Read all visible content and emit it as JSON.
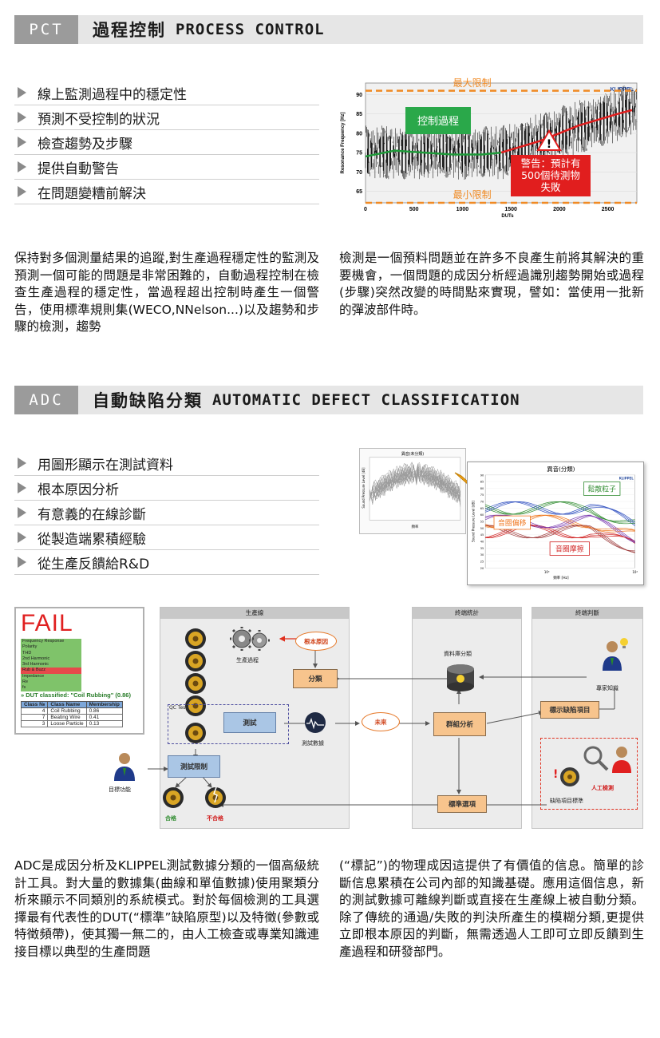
{
  "pct": {
    "code": "PCT",
    "title_zh": "過程控制",
    "title_en": "PROCESS CONTROL",
    "bullets": [
      "線上監測過程中的穩定性",
      "預測不受控制的狀況",
      "檢查趨勢及步驟",
      "提供自動警告",
      "在問題變糟前解決"
    ],
    "para_left": "保持對多個測量結果的追蹤,對生產過程穩定性的監測及預測一個可能的問題是非常困難的，自動過程控制在檢查生產過程的穩定性，當過程超出控制時產生一個警告，使用標準規則集(WECO,NNelson...)以及趨勢和步驟的檢測，趨勢",
    "para_right": "檢測是一個預料問題並在許多不良產生前將其解決的重要機會，一個問題的成因分析經過識別趨勢開始或過程(步驟)突然改變的時間點來實現，譬如：當使用一批新的彈波部件時。"
  },
  "chart_data": [
    {
      "type": "scatter",
      "ylabel": "Resonance Frequency [Hz]",
      "xlabel": "DUTs",
      "brand": "KLIPPEL",
      "x_ticks": [
        0,
        500,
        1000,
        1500,
        2000,
        2500
      ],
      "y_ticks": [
        65,
        70,
        75,
        80,
        85,
        90
      ],
      "xlim": [
        0,
        2800
      ],
      "ylim": [
        62,
        93
      ],
      "upper_limit": 91,
      "lower_limit": 62,
      "upper_limit_label": "最大限制",
      "lower_limit_label": "最小限制",
      "in_control_label": "控制過程",
      "warning_label": "警告：預計有500個待測物失敗",
      "trend_green": {
        "x": [
          0,
          300,
          600,
          900,
          1200,
          1400
        ],
        "y": [
          74,
          75.5,
          75,
          74.5,
          74.5,
          75
        ]
      },
      "trend_red": {
        "x": [
          1400,
          1600,
          1800,
          2000,
          2200,
          2400,
          2600,
          2750
        ],
        "y": [
          75,
          76.5,
          78,
          80,
          82,
          83.5,
          85,
          86
        ]
      },
      "colors": {
        "limit": "#f08a24",
        "green": "#1f9a3a",
        "red": "#e11e1e",
        "noise": "#111111"
      }
    },
    {
      "type": "line",
      "title": "異音(未分類)",
      "xlabel": "頻率",
      "ylabel": "Sound Pressure Level [dB]"
    },
    {
      "type": "line",
      "title": "異音(分類)",
      "xlabel": "頻率 [Hz]",
      "ylabel": "Sound Pressure Level [dB]",
      "brand": "KLIPPEL",
      "y_ticks": [
        20,
        25,
        30,
        35,
        40,
        45,
        50,
        55,
        60,
        65,
        70,
        75,
        80,
        85,
        90
      ],
      "x_ticks": [
        "10³",
        "10⁴"
      ],
      "series": [
        {
          "name": "鬆散粒子",
          "color": "#2e8b2e"
        },
        {
          "name": "音圈偏移",
          "color": "#f07820"
        },
        {
          "name": "音圈摩擦",
          "color": "#d02020"
        }
      ]
    }
  ],
  "adc": {
    "code": "ADC",
    "title_zh": "自動缺陷分類",
    "title_en": "AUTOMATIC DEFECT CLASSIFICATION",
    "bullets": [
      "用圖形顯示在測試資料",
      "根本原因分析",
      "有意義的在線診斷",
      "從製造端累積經驗",
      "從生產反饋給R&D"
    ],
    "para_left": "ADC是成因分析及KLIPPEL測試數據分類的一個高級統計工具。對大量的數據集(曲線和單值數據)使用聚類分析來顯示不同類別的系統模式。對於每個檢測的工具選擇最有代表性的DUT(“標準”缺陷原型)以及特徵(參數或特徵頻帶)，使其獨一無二的，由人工檢查或專業知識連接目標以典型的生產問題",
    "para_right": "(“標記”)的物理成因這提供了有價值的信息。簡單的診斷信息累積在公司內部的知識基礎。應用這個信息，新的測試數據可離線判斷或直接在生產線上被自動分類。除了傳統的通過/失敗的判決所產生的模糊分類,更提供立即根本原因的判斷，無需透過人工即可立即反饋到生產過程和研發部門。"
  },
  "fail_box": {
    "fail_text": "FAIL",
    "checks": [
      {
        "label": "Frequency Response",
        "status": "ok"
      },
      {
        "label": "Polarity",
        "status": "ok"
      },
      {
        "label": "THD",
        "status": "ok"
      },
      {
        "label": "2nd Harmonic",
        "status": "ok"
      },
      {
        "label": "3rd Harmonic",
        "status": "ok"
      },
      {
        "label": "Rub & Buzz",
        "status": "bad"
      },
      {
        "label": "Impedance",
        "status": "ok"
      },
      {
        "label": "Re",
        "status": "ok"
      },
      {
        "label": "fs",
        "status": "ok"
      }
    ],
    "dut_classified": "» DUT classified: \"Coil Rubbing\" (0.86)",
    "table_headers": [
      "Class №",
      "Class Name",
      "Membership"
    ],
    "table_rows": [
      [
        "4",
        "Coil Rubbing",
        "0.86"
      ],
      [
        "7",
        "Beating Wire",
        "0.41"
      ],
      [
        "3",
        "Loose Particle",
        "0.13"
      ]
    ]
  },
  "flow": {
    "col_production": "生產線",
    "col_stats": "終端統計",
    "col_judge": "終端判斷",
    "production_process": "生產過程",
    "root_cause": "根本原因",
    "classify": "分類",
    "qc_test": "QC Test",
    "test": "測試",
    "test_data": "測試數據",
    "test_limit": "測試限制",
    "target_function": "目標功能",
    "pass": "合格",
    "fail": "不合格",
    "database_classify": "資料庫分類",
    "future": "未來",
    "cluster_analysis": "群組分析",
    "mark_defect": "標示缺陷項目",
    "expert_knowledge": "專家知識",
    "manual_check": "人工檢測",
    "defect_standard": "缺陷項目標準",
    "standard_option": "標準選項"
  }
}
